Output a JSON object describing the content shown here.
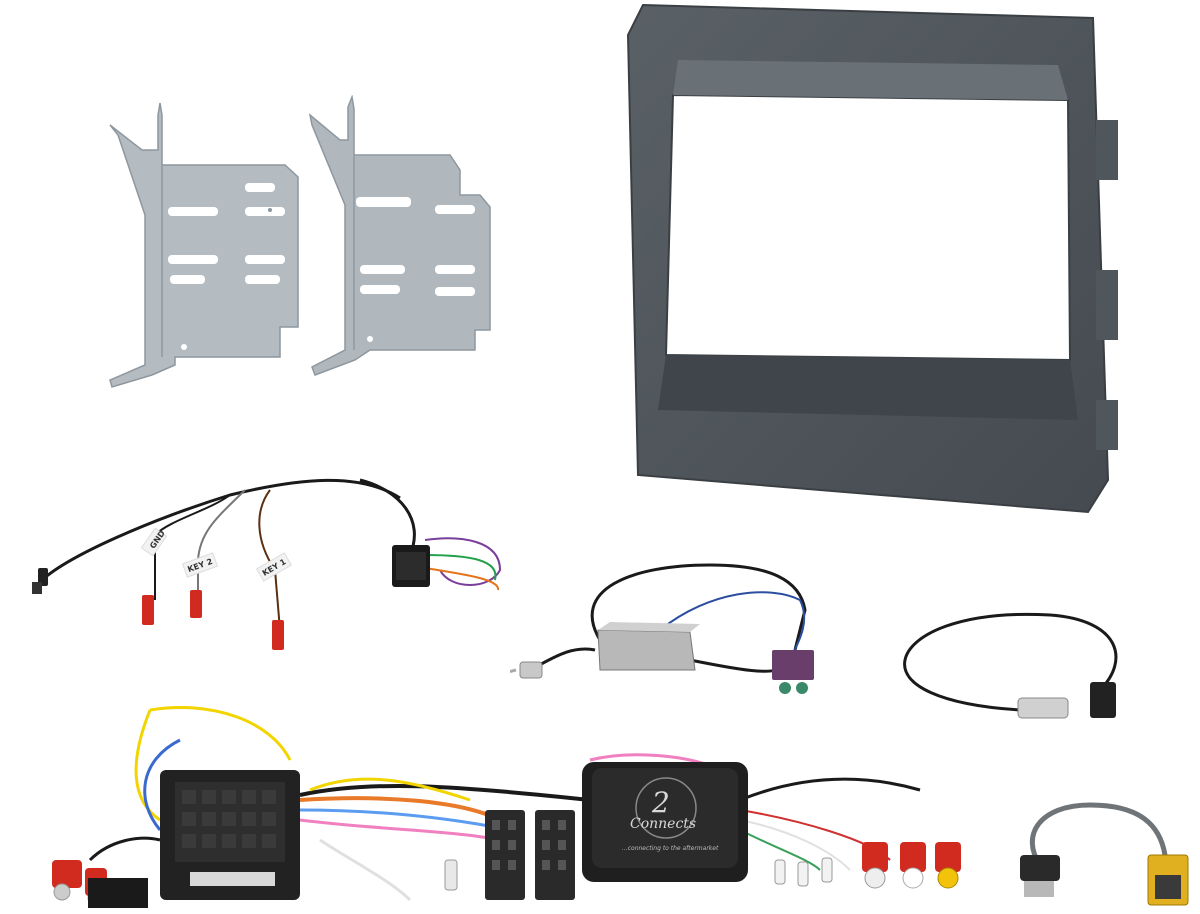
{
  "product": {
    "fascia_color": "#4c5257",
    "bracket_color": "#b4bcc2"
  },
  "steering_lead": {
    "labels": [
      "GND",
      "KEY 2",
      "KEY 1"
    ]
  },
  "interface_box": {
    "logo_digit": "2",
    "logo_brand": "Connects",
    "tagline": "...connecting to the aftermarket"
  }
}
